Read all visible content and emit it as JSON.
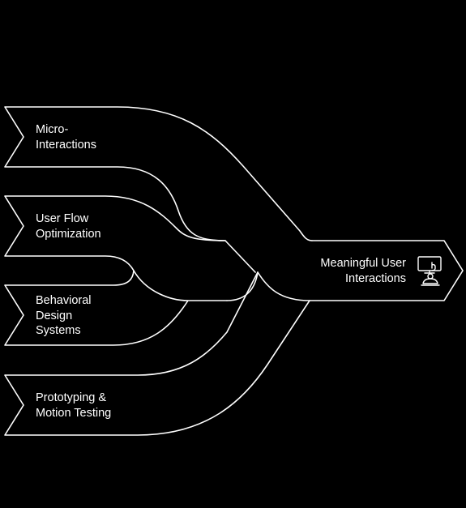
{
  "colors": {
    "background": "#000000",
    "stroke": "#ffffff",
    "text": "#ffffff"
  },
  "inputs": [
    {
      "label": "Micro-\nInteractions"
    },
    {
      "label": "User Flow\nOptimization"
    },
    {
      "label": "Behavioral\nDesign\nSystems"
    },
    {
      "label": "Prototyping &\nMotion Testing"
    }
  ],
  "output": {
    "label": "Meaningful User\nInteractions",
    "icon": "user-screen-interaction-icon"
  }
}
